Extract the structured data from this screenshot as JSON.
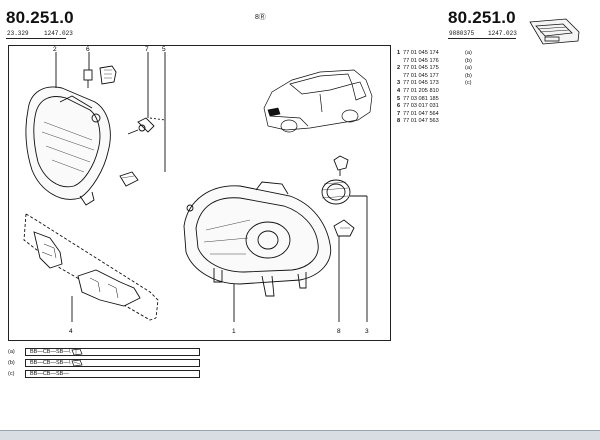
{
  "header_left": {
    "code": "80.251.0",
    "sub_left": "23.329",
    "sub_right": "1247.023"
  },
  "header_right": {
    "code": "80.251.0",
    "sub_left": "9880375",
    "sub_right": "1247.023"
  },
  "corner_mark": "8Ⓡ",
  "parts": [
    {
      "num": "1",
      "ref": "77 01 045 174",
      "var": "(a)"
    },
    {
      "num": "",
      "ref": "77 01 045 176",
      "var": "(b)"
    },
    {
      "num": "2",
      "ref": "77 01 045 175",
      "var": "(a)"
    },
    {
      "num": "",
      "ref": "77 01 045 177",
      "var": "(b)"
    },
    {
      "num": "3",
      "ref": "77 01 045 173",
      "var": "(c)"
    },
    {
      "num": "4",
      "ref": "77 01 205 810",
      "var": ""
    },
    {
      "num": "5",
      "ref": "77 03 081 185",
      "var": ""
    },
    {
      "num": "6",
      "ref": "77 03 017 031",
      "var": ""
    },
    {
      "num": "7",
      "ref": "77 01 047 564",
      "var": ""
    },
    {
      "num": "8",
      "ref": "77 01 047 563",
      "var": ""
    }
  ],
  "callouts": {
    "c2": "2",
    "c6": "6",
    "c7": "7",
    "c5": "5",
    "c4": "4",
    "c1": "1",
    "c8": "8",
    "c3": "3"
  },
  "legend": [
    {
      "tag": "(a)",
      "text": "BB—CB—SB—\\"
    },
    {
      "tag": "(b)",
      "text": "BB—CB—SB—\\"
    },
    {
      "tag": "(c)",
      "text": "BB—CB—SB—"
    }
  ]
}
